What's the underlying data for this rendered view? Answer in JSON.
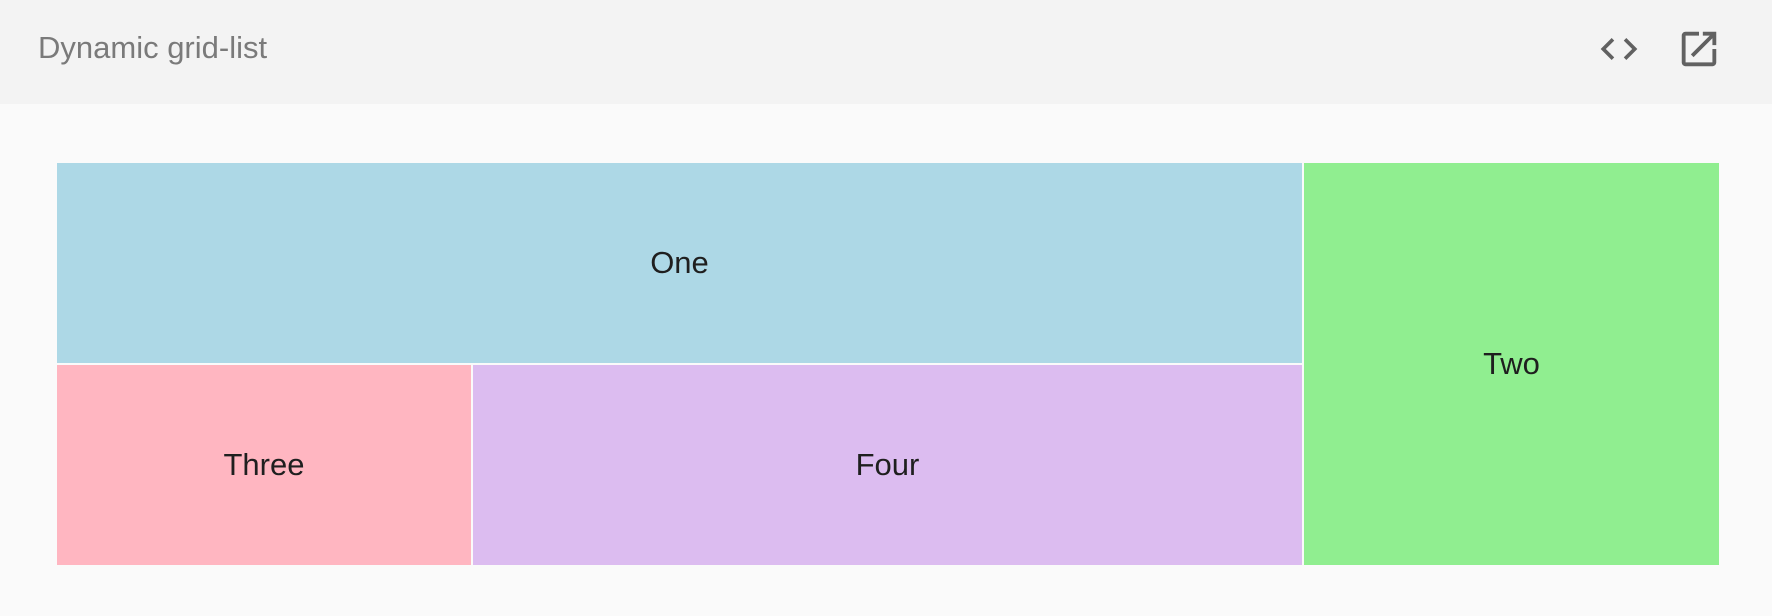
{
  "header": {
    "title": "Dynamic grid-list",
    "icons": {
      "code": "code-icon",
      "open_in_new": "open-in-new-icon"
    }
  },
  "grid": {
    "tiles": [
      {
        "label": "One",
        "color": "#add8e6"
      },
      {
        "label": "Two",
        "color": "#90ee90"
      },
      {
        "label": "Three",
        "color": "#ffb6c1"
      },
      {
        "label": "Four",
        "color": "#dcbcf0"
      }
    ]
  },
  "colors": {
    "header_bg": "#f3f3f3",
    "page_bg": "#fafafa",
    "title_text": "#7a7a7a",
    "icon": "#616161"
  }
}
